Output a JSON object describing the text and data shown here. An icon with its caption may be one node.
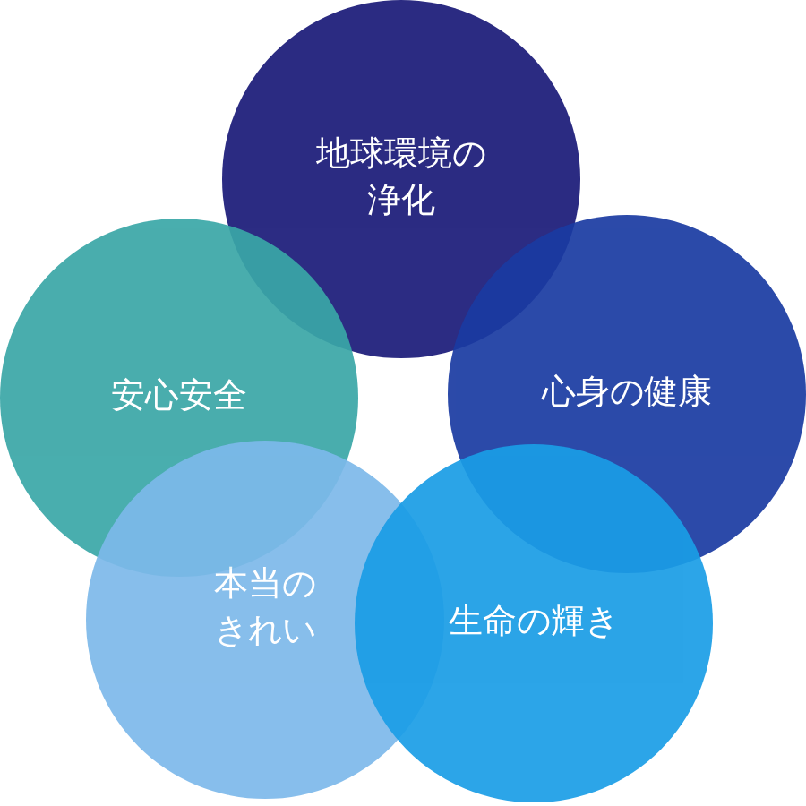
{
  "diagram": {
    "nodes": [
      {
        "text": [
          "地球環境の浄化"
        ]
      },
      {
        "text": [
          "安心安全"
        ]
      },
      {
        "text": [
          "心身の健康"
        ]
      },
      {
        "text": [
          "本当のきれい"
        ]
      },
      {
        "text": [
          "生命の輝き"
        ]
      }
    ]
  }
}
